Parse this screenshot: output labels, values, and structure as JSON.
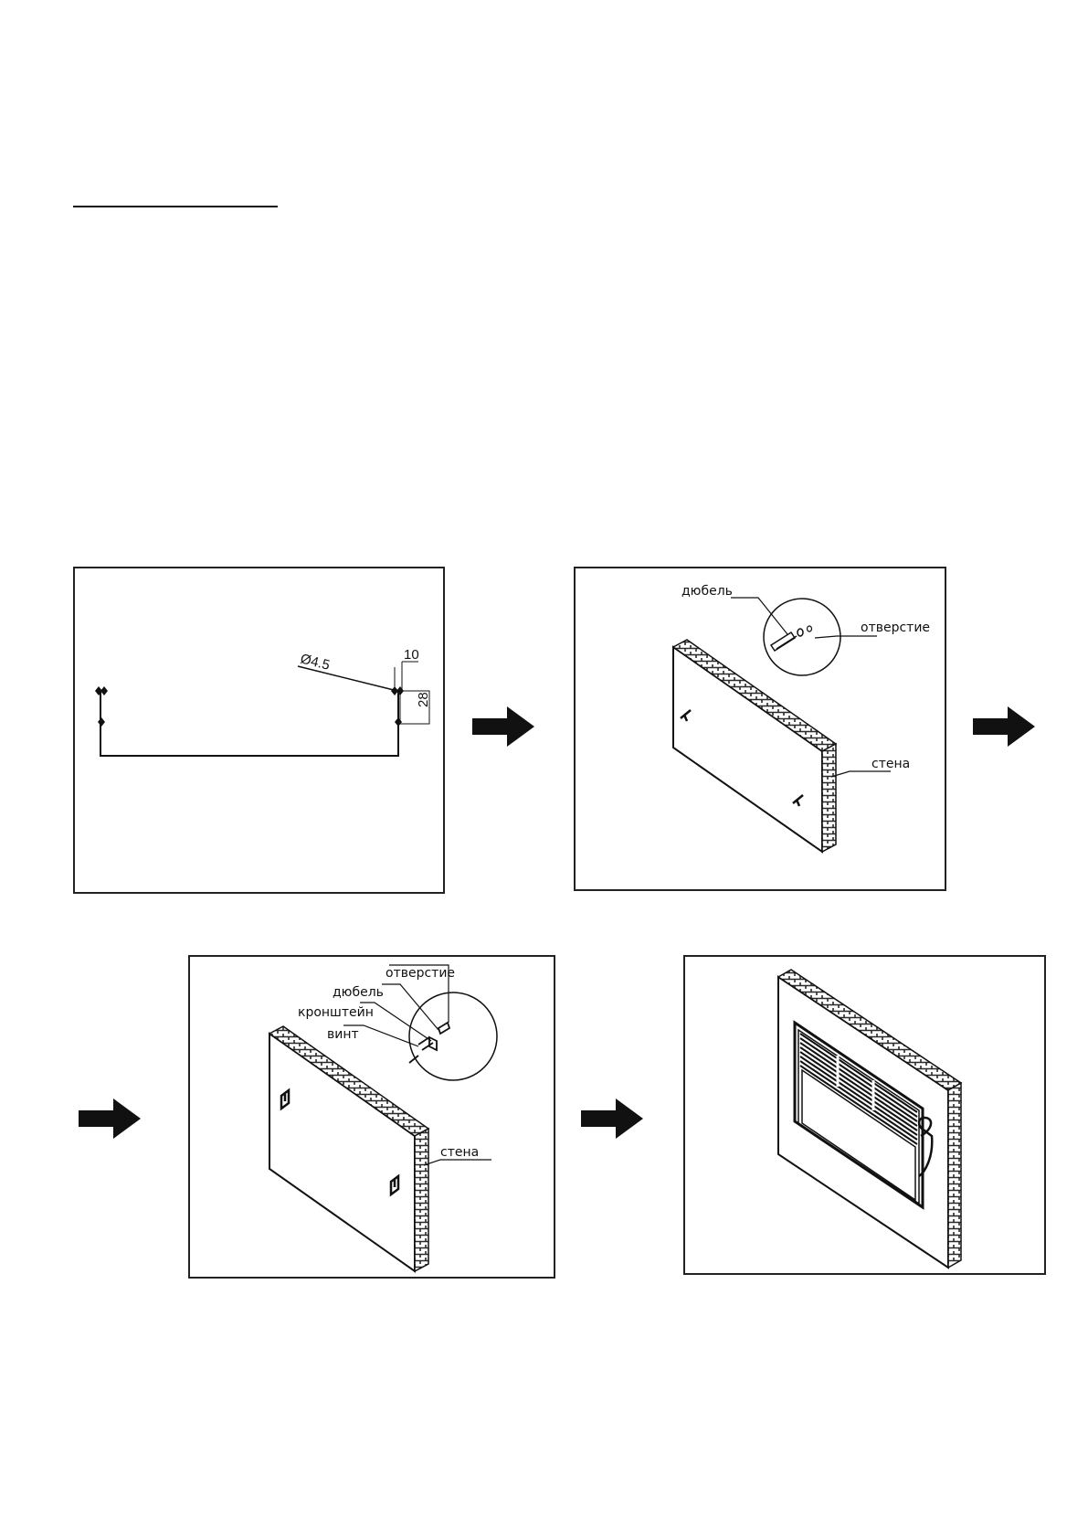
{
  "diagram": {
    "step1": {
      "diameter_label": "Ø4.5",
      "dim_top": "10",
      "dim_side": "28"
    },
    "step2": {
      "dowel": "дюбель",
      "hole": "отверстие",
      "wall": "стена"
    },
    "step3": {
      "hole": "отверстие",
      "dowel": "дюбель",
      "bracket": "кронштейн",
      "screw": "винт",
      "wall": "стена"
    },
    "arrow_color": "#111111",
    "brick_color": "#2a2a2a"
  }
}
